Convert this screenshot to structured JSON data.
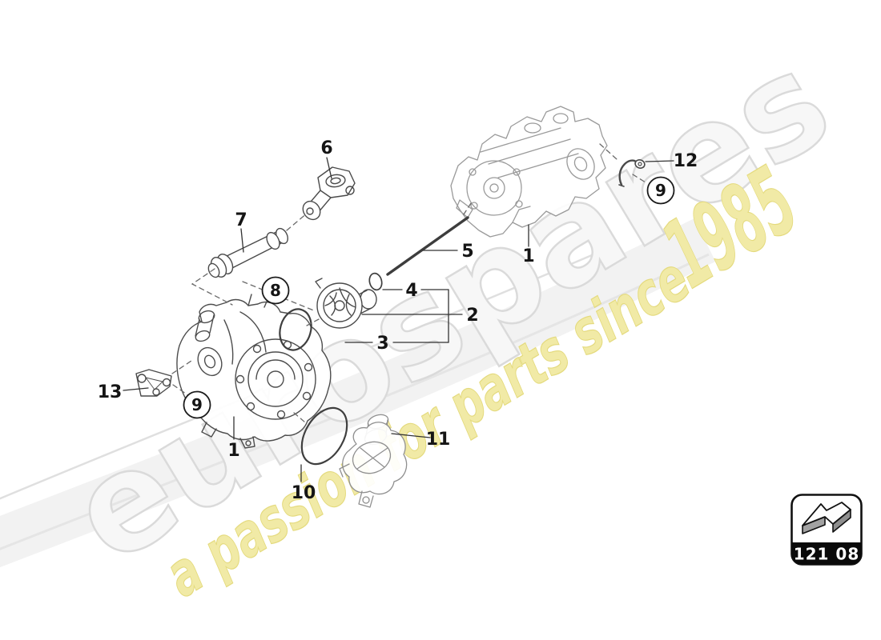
{
  "watermark": {
    "brand": "eurospares",
    "tagline": "a passion for parts since",
    "tagline_year": "1985",
    "brand_fill_color": "#f7f7f7",
    "brand_outline_color": "#dadada",
    "tagline_color": "#efe8a0",
    "tagline_outline_color": "#e4da7d"
  },
  "badge": {
    "code": "121 08",
    "icon": "3d-arrow-icon"
  },
  "callouts": [
    {
      "label": "6",
      "circled": false
    },
    {
      "label": "7",
      "circled": false
    },
    {
      "label": "5",
      "circled": false
    },
    {
      "label": "8",
      "circled": true
    },
    {
      "label": "4",
      "circled": false
    },
    {
      "label": "2",
      "circled": false
    },
    {
      "label": "3",
      "circled": false
    },
    {
      "label": "12",
      "circled": false
    },
    {
      "label": "9",
      "circled": true
    },
    {
      "label": "1",
      "circled": false
    },
    {
      "label": "13",
      "circled": false
    },
    {
      "label": "9",
      "circled": true
    },
    {
      "label": "1",
      "circled": false
    },
    {
      "label": "10",
      "circled": false
    },
    {
      "label": "11",
      "circled": false
    }
  ]
}
